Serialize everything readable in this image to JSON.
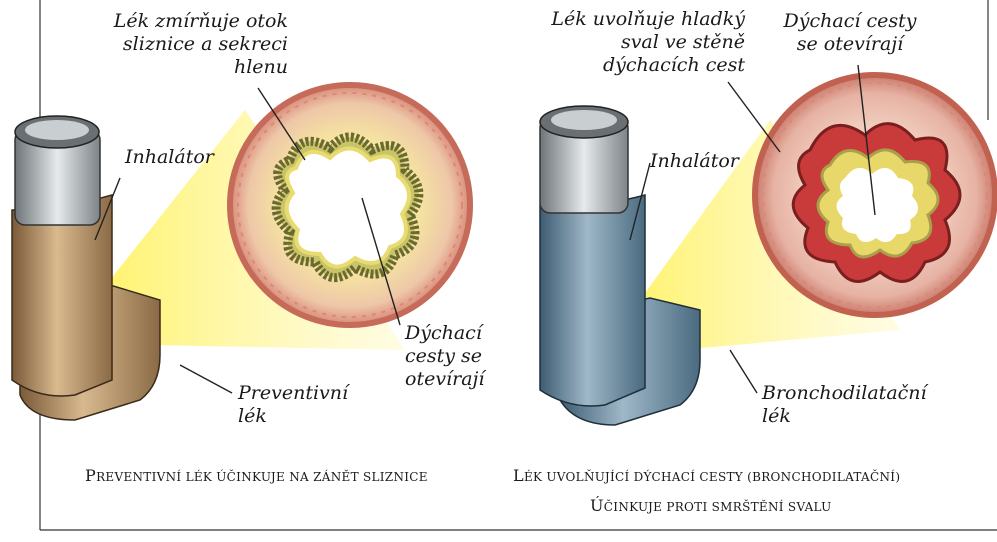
{
  "labels": {
    "left_effect": [
      "Lék zmírňuje otok",
      "sliznice a sekreci",
      "hlenu"
    ],
    "left_inhaler": "Inhalátor",
    "left_airway": [
      "Dýchací",
      "cesty se",
      "otevírají"
    ],
    "left_drug": [
      "Preventivní",
      "lék"
    ],
    "right_effect": [
      "Lék uvolňuje hladký",
      "sval ve stěně",
      "dýchacích cest"
    ],
    "right_airway": [
      "Dýchací cesty",
      "se otevírají"
    ],
    "right_inhaler": "Inhalátor",
    "right_drug": [
      "Bronchodilatační",
      "lék"
    ]
  },
  "captions": {
    "left": "Preventivní lék účinkuje na zánět sliznice",
    "right": [
      "Lék uvolňující dýchací cesty (bronchodilatační)",
      "účinkuje proti smrštění svalu"
    ]
  },
  "colors": {
    "left_inhaler": "#b8956a",
    "right_inhaler": "#6d8fa6",
    "airway_wall": "#e8b7a3",
    "mucosa_yellow": "#f2e27a",
    "muscle_red": "#c93a3a",
    "light_beam": "#fff06a"
  }
}
